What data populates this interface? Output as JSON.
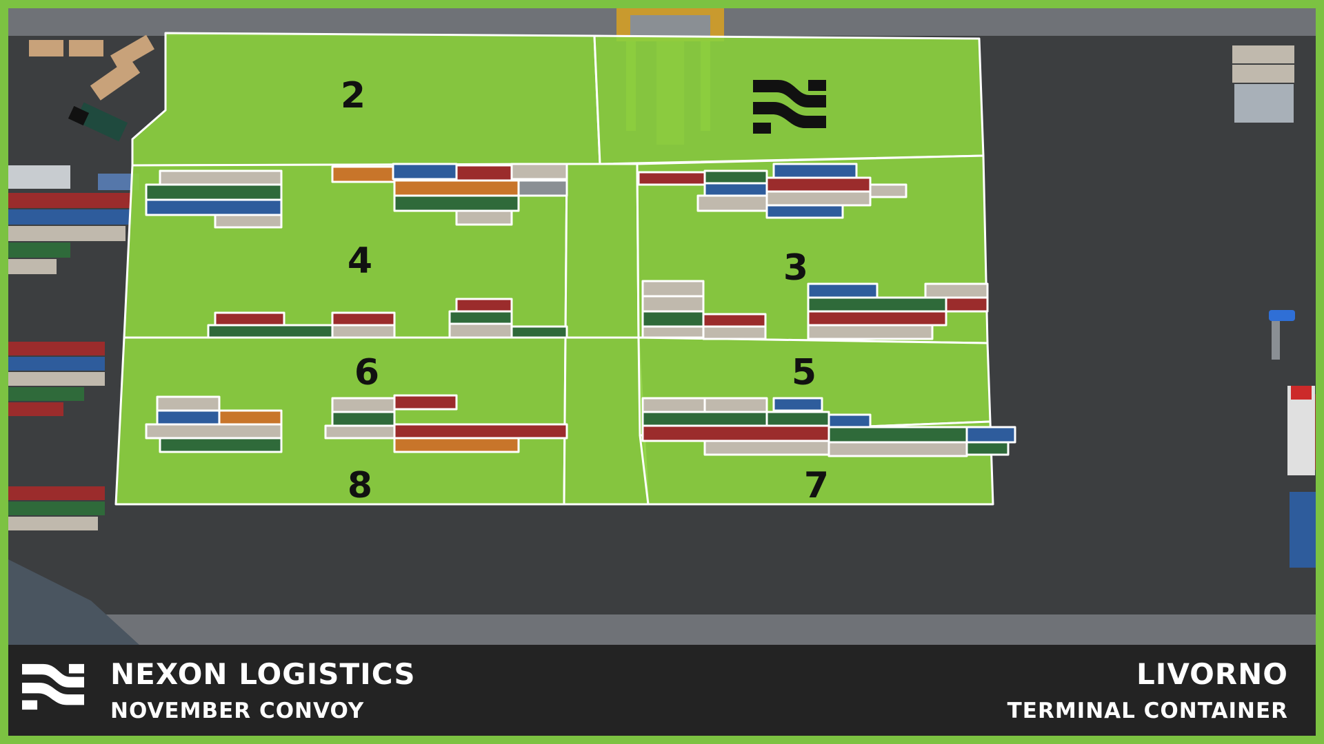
{
  "map": {
    "zones": [
      {
        "id": "2",
        "label": "2"
      },
      {
        "id": "4",
        "label": "4"
      },
      {
        "id": "3",
        "label": "3"
      },
      {
        "id": "6",
        "label": "6"
      },
      {
        "id": "5",
        "label": "5"
      },
      {
        "id": "8",
        "label": "8"
      },
      {
        "id": "7",
        "label": "7"
      }
    ],
    "colors": {
      "zone_fill": "#8cd03f",
      "zone_outline": "#ffffff",
      "ground": "#3c3e40",
      "water": "#4a5560",
      "frame": "#7cc242",
      "container_palette": [
        "#9b2c2c",
        "#2f6a3a",
        "#2e5c9c",
        "#c0b9ad",
        "#c8752a",
        "#8a8f94"
      ]
    },
    "icons": [
      "company-logo-icon",
      "crane-icon",
      "truck-icon",
      "car-icon"
    ]
  },
  "footer": {
    "company": "NEXON LOGISTICS",
    "event": "NOVEMBER CONVOY",
    "city": "LIVORNO",
    "location": "TERMINAL CONTAINER"
  }
}
